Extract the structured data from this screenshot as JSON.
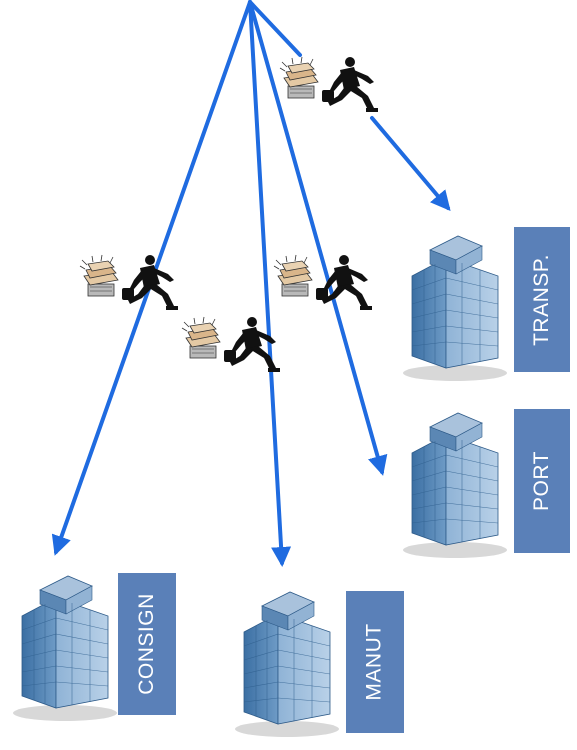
{
  "labels": {
    "transp": "TRANSP.",
    "port": "PORT",
    "consign": "CONSIGN",
    "manut": "MANUT"
  },
  "colors": {
    "arrow": "#1f6be0",
    "label_box": "#5a80b8",
    "building_glass": "#4f7fb0",
    "building_roof": "#8fb0d0"
  }
}
